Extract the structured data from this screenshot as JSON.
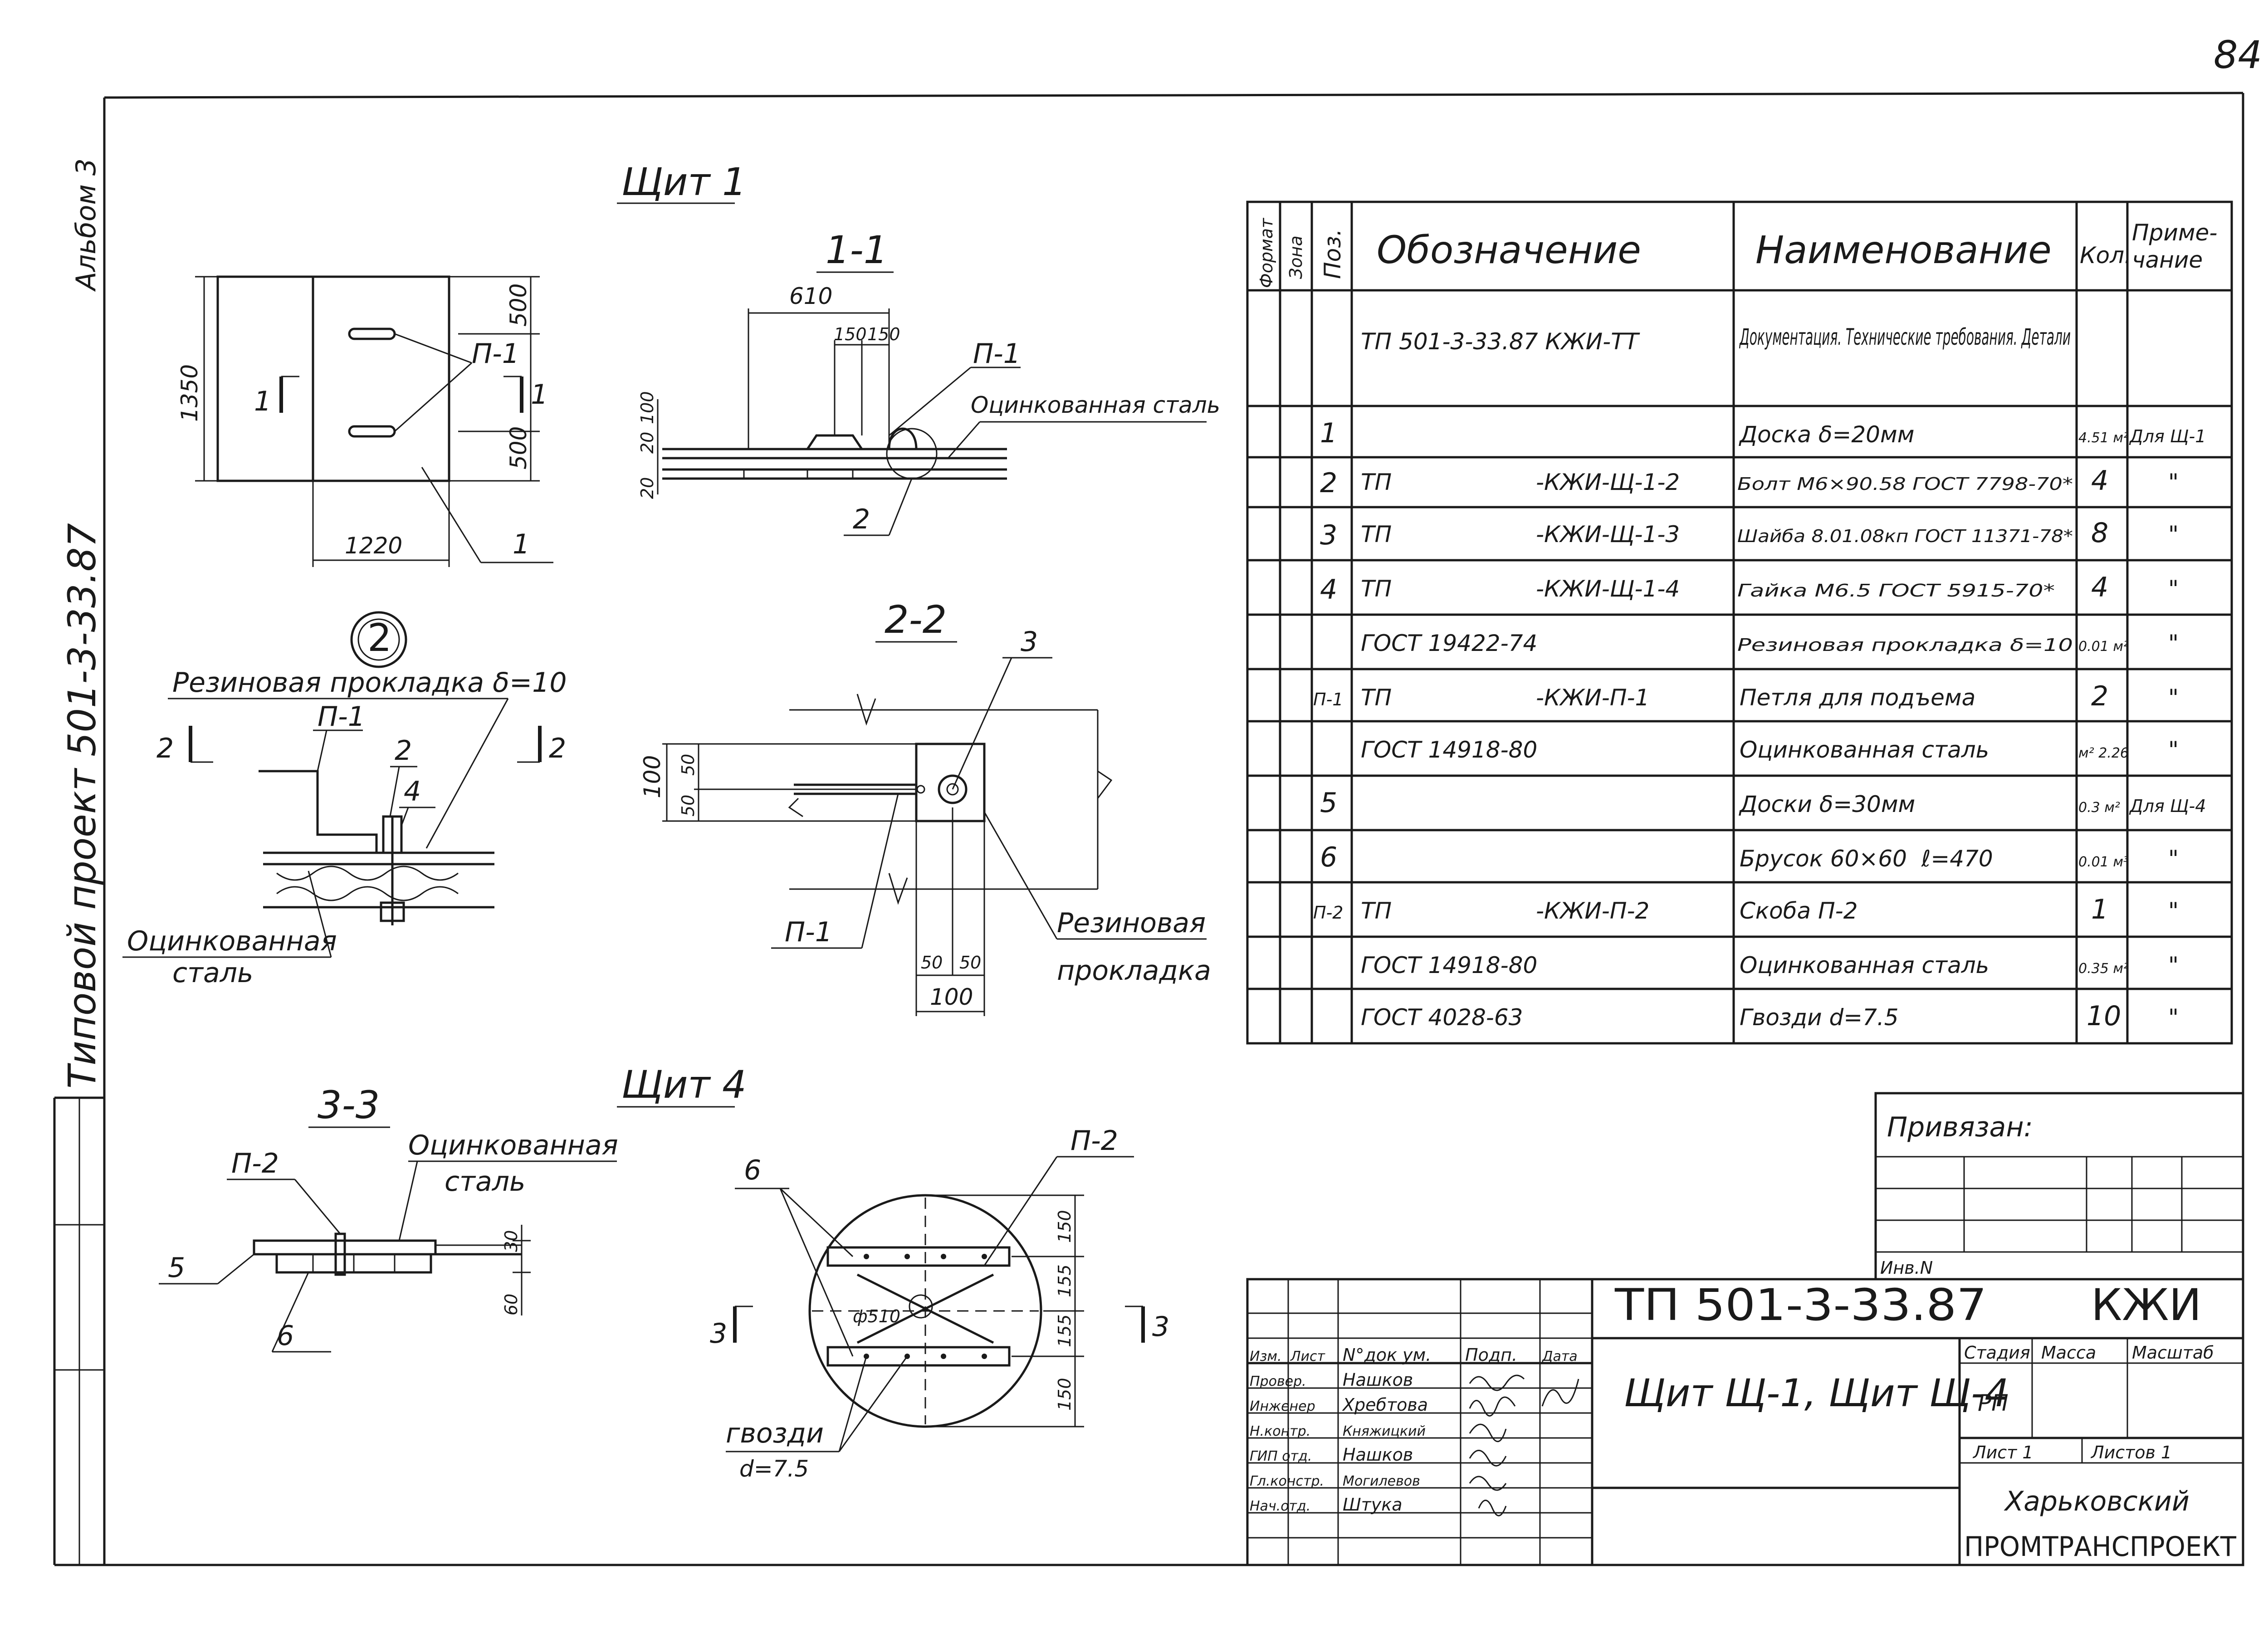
{
  "page_number": "84",
  "album": "Альбом 3",
  "project_vertical": "Типовой проект 501-3-33.87",
  "views": {
    "shield1_title": "Щит 1",
    "shield4_title": "Щит 4",
    "section_1_1": "1-1",
    "section_2_2": "2-2",
    "section_3_3": "3-3",
    "node_2": "2"
  },
  "plan": {
    "dim_1350": "1350",
    "dim_500_top": "500",
    "dim_500_bottom": "500",
    "dim_1220": "1220",
    "label_p1": "П-1",
    "label_1": "1",
    "cut_left": "1",
    "cut_right": "1"
  },
  "sec11": {
    "dim_610": "610",
    "dim_150a": "150",
    "dim_150b": "150",
    "dim_20a": "20",
    "dim_20b": "20",
    "dim_100": "100",
    "label_p1": "П-1",
    "label_steel": "Оцинкованная сталь",
    "label_2": "2"
  },
  "node2": {
    "gasket": "Резиновая прокладка δ=10",
    "p1": "П-1",
    "l2": "2",
    "l4": "4",
    "cut_l": "2",
    "cut_r": "2",
    "steel1": "Оцинкованная",
    "steel2": "сталь"
  },
  "sec22": {
    "l3": "3",
    "dim_100": "100",
    "dim_50a": "50",
    "dim_50b": "50",
    "dim_50c": "50",
    "dim_50d": "50",
    "dim_100b": "100",
    "p1": "П-1",
    "gasket1": "Резиновая",
    "gasket2": "прокладка"
  },
  "sec33": {
    "p2": "П-2",
    "steel1": "Оцинкованная",
    "steel2": "сталь",
    "dim_30": "30",
    "dim_60": "60",
    "l5": "5",
    "l6": "6"
  },
  "shield4": {
    "l6": "6",
    "p2": "П-2",
    "dim_150a": "150",
    "dim_155a": "155",
    "dim_155b": "155",
    "dim_150b": "150",
    "cut_l": "3",
    "cut_r": "3",
    "dia": "ф510",
    "nails1": "гвозди",
    "nails2": "d=7.5"
  },
  "spec": {
    "headers": {
      "format": "Формат",
      "zone": "Зона",
      "pos": "Поз.",
      "designation": "Обозначение",
      "name": "Наименование",
      "qty": "Кол.",
      "note": "Приме-\nчание"
    },
    "rows": [
      {
        "pos": "",
        "designation": "ТП 501-3-33.87 КЖИ-ТТ",
        "name": "Документация. Технические требования. Детали",
        "qty": "",
        "note": ""
      },
      {
        "pos": "1",
        "designation": "",
        "name": "Доска δ=20мм",
        "qty": "4.51 м²",
        "note": "Для Щ-1"
      },
      {
        "pos": "2",
        "designation": "ТП                    -КЖИ-Щ-1-2",
        "name": "Болт М6×90.58 ГОСТ 7798-70*",
        "qty": "4",
        "note": "\""
      },
      {
        "pos": "3",
        "designation": "ТП                    -КЖИ-Щ-1-3",
        "name": "Шайба 8.01.08кп ГОСТ 11371-78*",
        "qty": "8",
        "note": "\""
      },
      {
        "pos": "4",
        "designation": "ТП                    -КЖИ-Щ-1-4",
        "name": "Гайка М6.5 ГОСТ 5915-70*",
        "qty": "4",
        "note": "\""
      },
      {
        "pos": "",
        "designation": "ГОСТ 19422-74",
        "name": "Резиновая прокладка δ=10",
        "qty": "0.01 м²",
        "note": "\""
      },
      {
        "pos": "П-1",
        "designation": "ТП                    -КЖИ-П-1",
        "name": "Петля для подъема",
        "qty": "2",
        "note": "\""
      },
      {
        "pos": "",
        "designation": "ГОСТ 14918-80",
        "name": "Оцинкованная сталь",
        "qty": "м² 2.26",
        "note": "\""
      },
      {
        "pos": "5",
        "designation": "",
        "name": "Доски δ=30мм",
        "qty": "0.3 м²",
        "note": "Для Щ-4"
      },
      {
        "pos": "6",
        "designation": "",
        "name": "Брусок 60×60  ℓ=470",
        "qty": "0.01 м³",
        "note": "\""
      },
      {
        "pos": "П-2",
        "designation": "ТП                    -КЖИ-П-2",
        "name": "Скоба П-2",
        "qty": "1",
        "note": "\""
      },
      {
        "pos": "",
        "designation": "ГОСТ 14918-80",
        "name": "Оцинкованная сталь",
        "qty": "0.35 м²",
        "note": "\""
      },
      {
        "pos": "",
        "designation": "ГОСТ 4028-63",
        "name": "Гвозди d=7.5",
        "qty": "10",
        "note": "\""
      }
    ]
  },
  "stamp": {
    "bound": "Привязан:",
    "inv": "Инв.N",
    "code": "ТП 501-3-33.87",
    "mark": "КЖИ",
    "title": "Щит Щ-1, Щит Щ-4",
    "h_change": "Изм.",
    "h_sheet": "Лист",
    "h_doc": "N°док ум.",
    "h_sign": "Подп.",
    "h_date": "Дата",
    "stage_h": "Стадия",
    "mass_h": "Масса",
    "scale_h": "Масштаб",
    "stage": "РП",
    "sheet": "Лист 1",
    "sheets": "Листов 1",
    "org1": "Харьковский",
    "org2": "ПРОМТРАНСПРОЕКТ",
    "people": [
      {
        "role": "Провер.",
        "name": "Нашков"
      },
      {
        "role": "Инженер",
        "name": "Хребтова"
      },
      {
        "role": "Н.контр.",
        "name": "Княжицкий"
      },
      {
        "role": "ГИП отд.",
        "name": "Нашков"
      },
      {
        "role": "Гл.констр.",
        "name": "Могилевов"
      },
      {
        "role": "Нач.отд.",
        "name": "Штука"
      }
    ]
  }
}
